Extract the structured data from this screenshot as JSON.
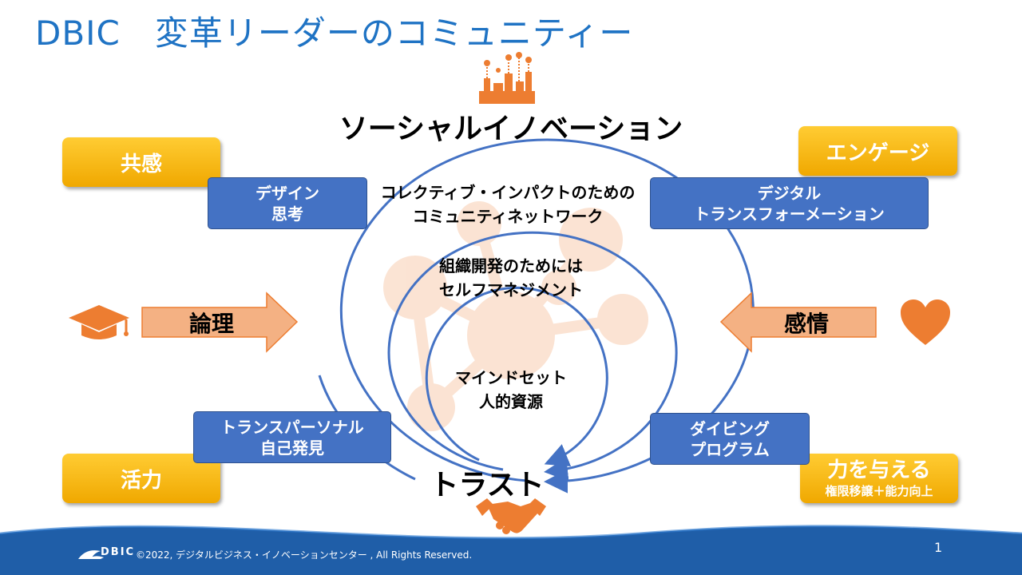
{
  "title": "DBIC　変革リーダーのコミュニティー",
  "heading": "ソーシャルイノベーション",
  "corners": {
    "top_left": "共感",
    "top_right": "エンゲージ",
    "bottom_left": "活力",
    "bottom_right_main": "力を与える",
    "bottom_right_sub": "権限移譲＋能力向上"
  },
  "blue_boxes": {
    "design_thinking_line1": "デザイン",
    "design_thinking_line2": "思考",
    "dx_line1": "デジタル",
    "dx_line2": "トランスフォーメーション",
    "transpersonal_line1": "トランスパーソナル",
    "transpersonal_line2": "自己発見",
    "diving_line1": "ダイビング",
    "diving_line2": "プログラム"
  },
  "circles": {
    "outer_line1": "コレクティブ・インパクトのための",
    "outer_line2": "コミュニティネットワーク",
    "middle_line1": "組織開発のためには",
    "middle_line2": "セルフマネジメント",
    "inner_line1": "マインドセット",
    "inner_line2": "人的資源"
  },
  "arrows": {
    "left": "論理",
    "right": "感情"
  },
  "trust": "トラスト",
  "footer": "©2022, デジタルビジネス・イノベーションセンター , All Rights Reserved.",
  "footer_logo": "DBIC",
  "page_number": "1",
  "colors": {
    "title_blue": "#1f73c4",
    "box_blue": "#4472c4",
    "circle_blue": "#4472c4",
    "orange": "#ed7d31",
    "gold": "#ffc000",
    "arrow_fill": "#f4b183",
    "footer_wave": "#1f5ea8"
  },
  "icons": [
    "city-icon",
    "graduation-cap-icon",
    "heart-icon",
    "handshake-icon",
    "network-icon",
    "dbic-logo-icon"
  ]
}
